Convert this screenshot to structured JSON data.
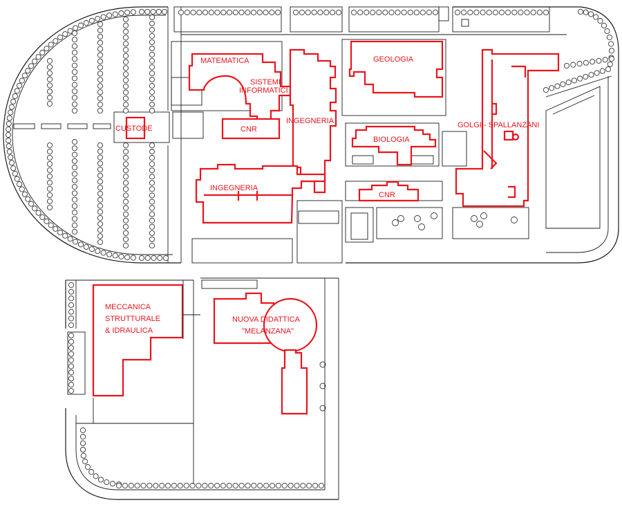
{
  "map": {
    "building_color": "#e8141c",
    "line_color": "#1a1a1a",
    "labels": {
      "matematica": "MATEMATICA",
      "sistemi_1": "SISTEMI",
      "sistemi_2": "INFORMATICI",
      "cnr_1": "CNR",
      "ingegneria_v": "INGEGNERIA",
      "geologia": "GEOLOGIA",
      "biologia": "BIOLOGIA",
      "golgi": "GOLGI - SPALLANZANI",
      "custode": "CUSTODE",
      "ingegneria_h": "INGEGNERIA",
      "cnr_2": "CNR",
      "meccanica_1": "MECCANICA",
      "meccanica_2": "STRUTTURALE",
      "meccanica_3": "& IDRAULICA",
      "nuova_1": "NUOVA DIDATTICA",
      "nuova_2": "\"MELANZANA\""
    }
  }
}
